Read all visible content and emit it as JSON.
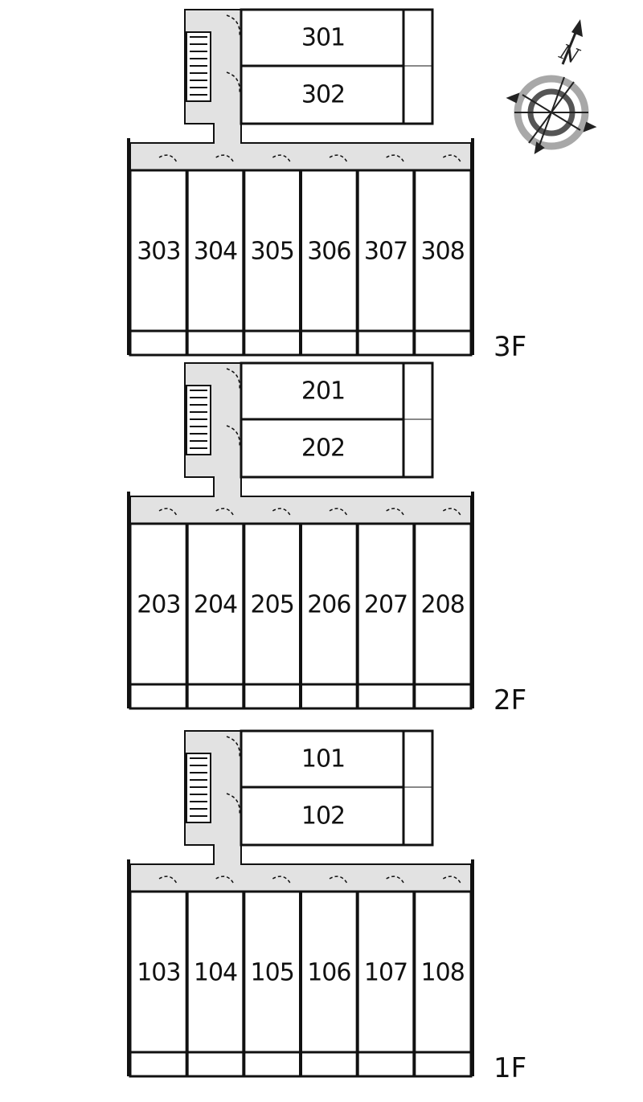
{
  "floors": [
    {
      "label": "3F",
      "top_rooms": [
        "301",
        "302"
      ],
      "row_rooms": [
        "303",
        "304",
        "305",
        "306",
        "307",
        "308"
      ]
    },
    {
      "label": "2F",
      "top_rooms": [
        "201",
        "202"
      ],
      "row_rooms": [
        "203",
        "204",
        "205",
        "206",
        "207",
        "208"
      ]
    },
    {
      "label": "1F",
      "top_rooms": [
        "101",
        "102"
      ],
      "row_rooms": [
        "103",
        "104",
        "105",
        "106",
        "107",
        "108"
      ]
    }
  ],
  "compass": {
    "label": "N"
  },
  "colors": {
    "corridor": "#e2e2e2",
    "wall": "#111111",
    "room_fill": "#ffffff",
    "compass_ring_outer": "#a8a8a8",
    "compass_ring_inner": "#555555"
  }
}
